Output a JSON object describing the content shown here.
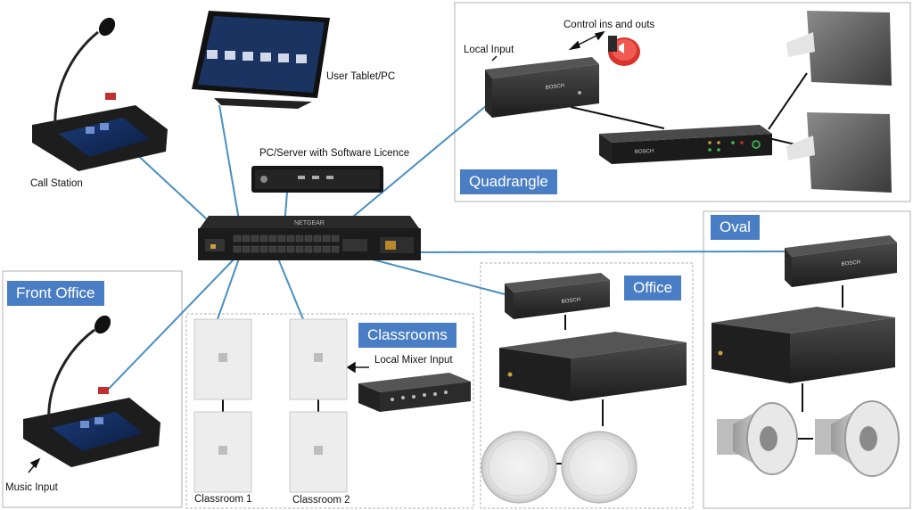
{
  "zones": {
    "quadrangle": "Quadrangle",
    "oval": "Oval",
    "front_office": "Front Office",
    "office": "Office",
    "classrooms": "Classrooms"
  },
  "labels": {
    "call_station": "Call Station",
    "user_tablet": "User Tablet/PC",
    "pc_server": "PC/Server with Software Licence",
    "local_input": "Local Input",
    "control_io": "Control ins and outs",
    "local_mixer": "Local Mixer Input",
    "music_input": "Music Input",
    "classroom_1": "Classroom 1",
    "classroom_2": "Classroom 2"
  },
  "brand_marks": {
    "device_brand": "BOSCH",
    "switch_brand": "NETGEAR"
  },
  "colors": {
    "network_link": "#4a8fc0",
    "zone_tag": "#4a7ec4",
    "zone_border": "#b0b0b0",
    "control_button": "#d9332b"
  }
}
